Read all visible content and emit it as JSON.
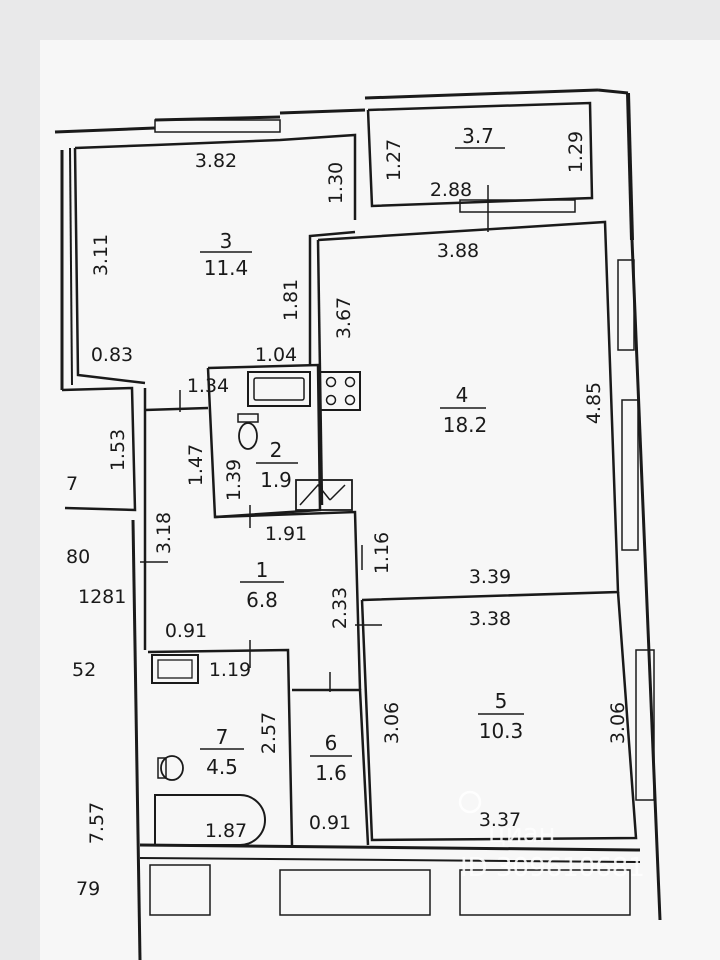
{
  "rooms": [
    {
      "number": "3",
      "area": "11.4"
    },
    {
      "number": "3.7"
    },
    {
      "number": "4",
      "area": "18.2"
    },
    {
      "number": "2",
      "area": "1.9"
    },
    {
      "number": "1",
      "area": "6.8"
    },
    {
      "number": "5",
      "area": "10.3"
    },
    {
      "number": "7",
      "area": "4.5"
    },
    {
      "number": "6",
      "area": "1.6"
    }
  ],
  "dimensions": [
    "3.82",
    "1.30",
    "3.11",
    "1.81",
    "0.83",
    "1.04",
    "1.34",
    "1.27",
    "2.88",
    "1.29",
    "3.88",
    "3.67",
    "4.85",
    "1.47",
    "1.39",
    "1.53",
    "3.18",
    "1.91",
    "1.16",
    "3.39",
    "3.38",
    "0.91",
    "2.33",
    "1.19",
    "2.57",
    "3.06",
    "3.06",
    "1.87",
    "0.91",
    "3.37"
  ],
  "edge_labels": [
    "7",
    "80",
    "1281",
    "52",
    "7.57",
    "79"
  ],
  "watermark": {
    "brand": "циан",
    "id": "ID 309610681"
  }
}
